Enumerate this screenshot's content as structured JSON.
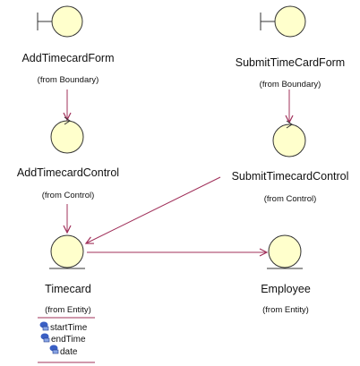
{
  "colors": {
    "background": "#ffffff",
    "element_fill": "#ffffcc",
    "element_stroke": "#333333",
    "arrow": "#a0305a",
    "attribute_icon": "#3a5fc4"
  },
  "elements": [
    {
      "id": "add-timecard-form",
      "stereotype": "boundary",
      "name": "AddTimecardForm",
      "package": "(from Boundary)"
    },
    {
      "id": "submit-timecard-form",
      "stereotype": "boundary",
      "name": "SubmitTimeCardForm",
      "package": "(from Boundary)"
    },
    {
      "id": "add-timecard-control",
      "stereotype": "control",
      "name": "AddTimecardControl",
      "package": "(from Control)"
    },
    {
      "id": "submit-timecard-control",
      "stereotype": "control",
      "name": "SubmitTimecardControl",
      "package": "(from Control)"
    },
    {
      "id": "timecard",
      "stereotype": "entity",
      "name": "Timecard",
      "package": "(from Entity)",
      "attributes": [
        "startTime",
        "endTime",
        "date"
      ]
    },
    {
      "id": "employee",
      "stereotype": "entity",
      "name": "Employee",
      "package": "(from Entity)"
    }
  ],
  "associations": [
    {
      "from": "add-timecard-form",
      "to": "add-timecard-control"
    },
    {
      "from": "submit-timecard-form",
      "to": "submit-timecard-control"
    },
    {
      "from": "add-timecard-control",
      "to": "timecard"
    },
    {
      "from": "submit-timecard-control",
      "to": "timecard"
    },
    {
      "from": "timecard",
      "to": "employee"
    }
  ]
}
